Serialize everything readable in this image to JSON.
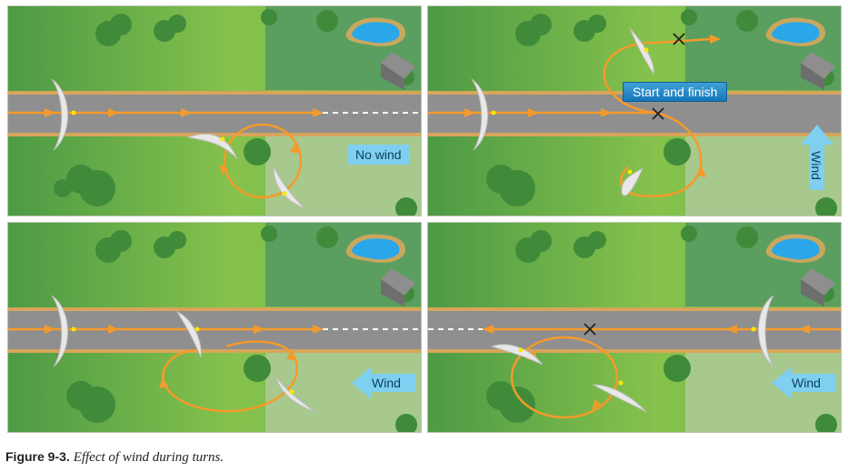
{
  "panels": {
    "p1": {
      "label": "No wind"
    },
    "p2": {
      "start_label": "Start and finish",
      "wind_label": "Wind"
    },
    "p3": {
      "wind_label": "Wind"
    },
    "p4": {
      "wind_label": "Wind"
    }
  },
  "caption": {
    "figure": "Figure 9-3.",
    "text": "Effect of wind during turns."
  },
  "colors": {
    "grass_light": "#7dbd4a",
    "grass_dark": "#4f9b48",
    "road": "#8f8f8f",
    "path": "#f59a2a",
    "label_bg": "#7fd0f0",
    "start_bg": "#1677b8"
  }
}
